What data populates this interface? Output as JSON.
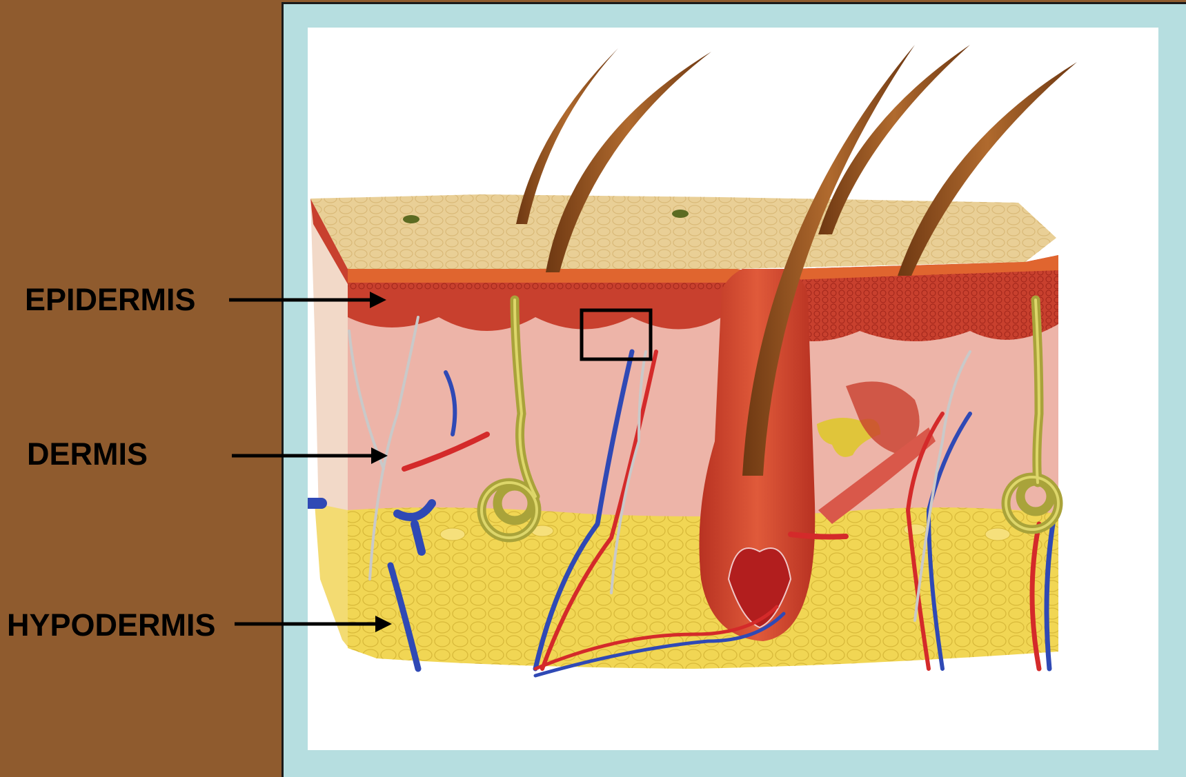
{
  "labels": {
    "epidermis": "EPIDERMIS",
    "dermis": "DERMIS",
    "hypodermis": "HYPODERMIS"
  },
  "colors": {
    "background": "#8F5B2E",
    "frame": "#B6DEE0",
    "panel": "#FFFFFF",
    "skin_surface": "#E9CF96",
    "epidermis_red": "#C8402E",
    "dermis_pink": "#EDB4A8",
    "hypodermis_yellow": "#F1D654",
    "hair": "#8B4A1E",
    "artery": "#D42A2A",
    "vein": "#2F49B5",
    "nerve": "#C9C9C9",
    "gland": "#B9B43A",
    "arrow": "#000000"
  }
}
